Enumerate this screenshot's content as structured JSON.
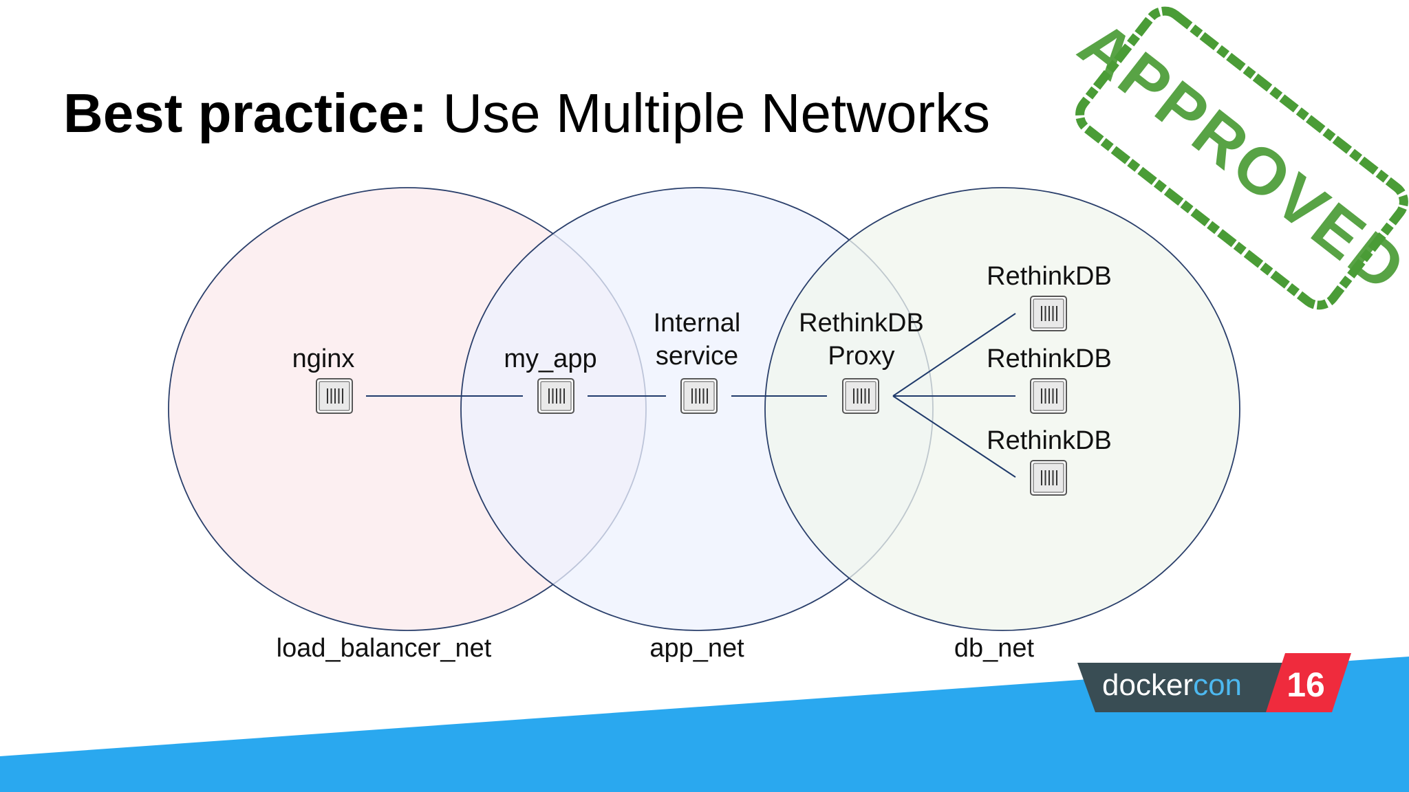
{
  "slide": {
    "title_bold": "Best practice:",
    "title_rest": " Use Multiple Networks"
  },
  "networks": [
    {
      "name": "load_balancer_net",
      "fill": "#fbe9ec"
    },
    {
      "name": "app_net",
      "fill": "#eef1fd"
    },
    {
      "name": "db_net",
      "fill": "#f0f5ed"
    }
  ],
  "services": {
    "nginx": {
      "line1": "nginx"
    },
    "my_app": {
      "line1": "my_app"
    },
    "internal": {
      "line1": "Internal",
      "line2": "service"
    },
    "proxy": {
      "line1": "RethinkDB",
      "line2": "Proxy"
    },
    "rethinkdb": [
      "RethinkDB",
      "RethinkDB",
      "RethinkDB"
    ]
  },
  "stamp": {
    "text": "APPROVED",
    "color": "#4a9c36"
  },
  "logo": {
    "word": "docker",
    "word2": "con",
    "number": "16",
    "badge_color": "#ef2b3d",
    "dark_color": "#394d54"
  },
  "colors": {
    "circle_stroke": "#2a3f6b",
    "edge": "#1f3a6b",
    "banner": "#2aa8ef",
    "container_fill": "#e9e9e9"
  },
  "icons": {
    "container": "container-icon"
  }
}
